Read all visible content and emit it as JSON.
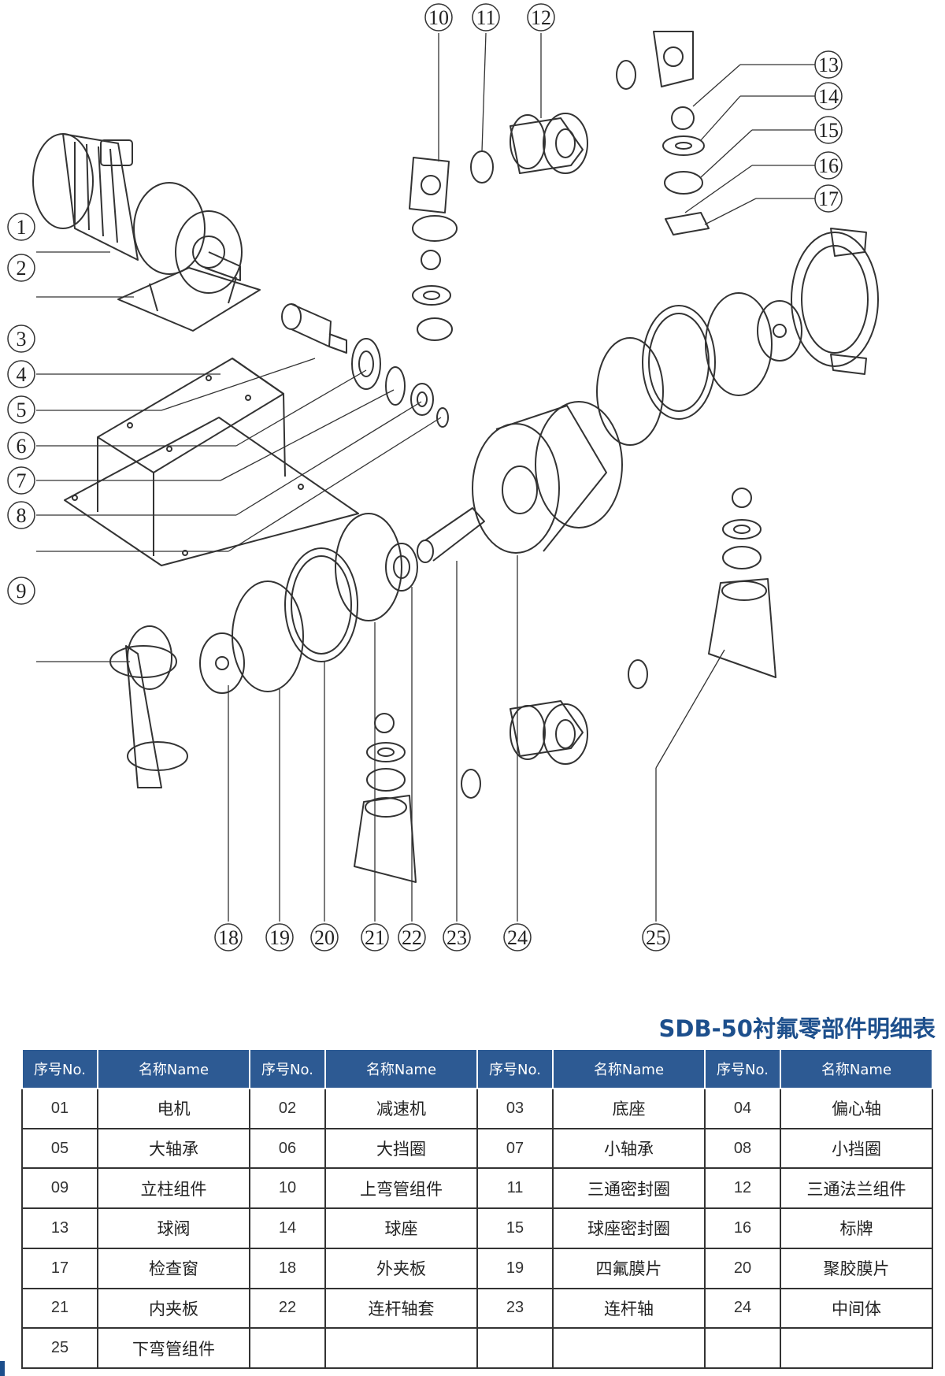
{
  "callouts": [
    "1",
    "2",
    "3",
    "4",
    "5",
    "6",
    "7",
    "8",
    "9",
    "10",
    "11",
    "12",
    "13",
    "14",
    "15",
    "16",
    "17",
    "18",
    "19",
    "20",
    "21",
    "22",
    "23",
    "24",
    "25"
  ],
  "table": {
    "title": "SDB-50衬氟零部件明细表",
    "headers": [
      "序号No.",
      "名称Name",
      "序号No.",
      "名称Name",
      "序号No.",
      "名称Name",
      "序号No.",
      "名称Name"
    ],
    "rows": [
      [
        {
          "no": "01",
          "name": "电机"
        },
        {
          "no": "02",
          "name": "减速机"
        },
        {
          "no": "03",
          "name": "底座"
        },
        {
          "no": "04",
          "name": "偏心轴"
        }
      ],
      [
        {
          "no": "05",
          "name": "大轴承"
        },
        {
          "no": "06",
          "name": "大挡圈"
        },
        {
          "no": "07",
          "name": "小轴承"
        },
        {
          "no": "08",
          "name": "小挡圈"
        }
      ],
      [
        {
          "no": "09",
          "name": "立柱组件"
        },
        {
          "no": "10",
          "name": "上弯管组件"
        },
        {
          "no": "11",
          "name": "三通密封圈"
        },
        {
          "no": "12",
          "name": "三通法兰组件"
        }
      ],
      [
        {
          "no": "13",
          "name": "球阀"
        },
        {
          "no": "14",
          "name": "球座"
        },
        {
          "no": "15",
          "name": "球座密封圈"
        },
        {
          "no": "16",
          "name": "标牌"
        }
      ],
      [
        {
          "no": "17",
          "name": "检查窗"
        },
        {
          "no": "18",
          "name": "外夹板"
        },
        {
          "no": "19",
          "name": "四氟膜片"
        },
        {
          "no": "20",
          "name": "聚胶膜片"
        }
      ],
      [
        {
          "no": "21",
          "name": "内夹板"
        },
        {
          "no": "22",
          "name": "连杆轴套"
        },
        {
          "no": "23",
          "name": "连杆轴"
        },
        {
          "no": "24",
          "name": "中间体"
        }
      ],
      [
        {
          "no": "25",
          "name": "下弯管组件"
        },
        {
          "no": "",
          "name": ""
        },
        {
          "no": "",
          "name": ""
        },
        {
          "no": "",
          "name": ""
        }
      ]
    ]
  }
}
